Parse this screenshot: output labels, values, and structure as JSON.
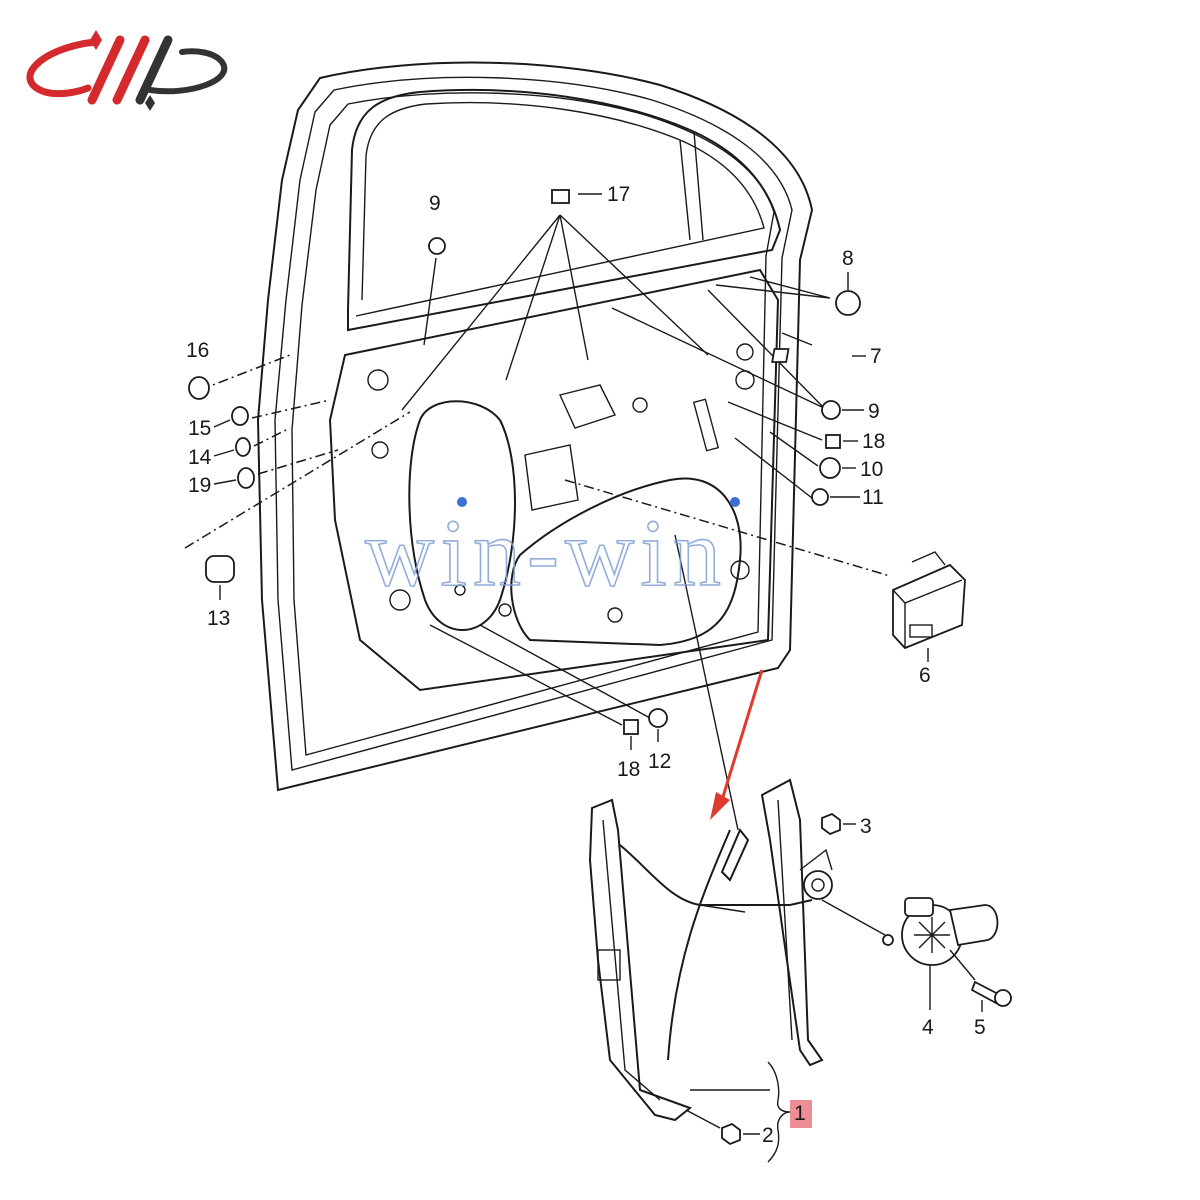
{
  "watermark": "win-win",
  "brand_colors": {
    "logo_red": "#d42a2e",
    "logo_dark": "#333333",
    "arrow_red": "#e0392e",
    "highlight": "#e8707a",
    "watermark_blue": "#7f9fd6"
  },
  "callouts": {
    "c1": "1",
    "c2": "2",
    "c3": "3",
    "c4": "4",
    "c5": "5",
    "c6": "6",
    "c7": "7",
    "c8": "8",
    "c9a": "9",
    "c9b": "9",
    "c10": "10",
    "c11": "11",
    "c12": "12",
    "c13": "13",
    "c14": "14",
    "c15": "15",
    "c16": "16",
    "c17": "17",
    "c18a": "18",
    "c18b": "18",
    "c19": "19"
  }
}
